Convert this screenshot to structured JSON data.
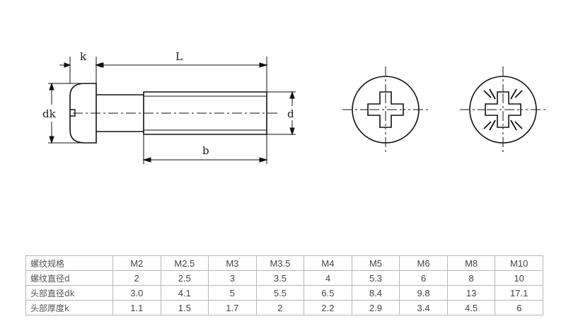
{
  "drawing": {
    "labels": {
      "k": "k",
      "L": "L",
      "dk": "dk",
      "d": "d",
      "b": "b"
    },
    "views": [
      "phillips-recess",
      "pozidriv-recess"
    ]
  },
  "table": {
    "header": {
      "label": "螺纹规格",
      "values": [
        "M2",
        "M2.5",
        "M3",
        "M3.5",
        "M4",
        "M5",
        "M6",
        "M8",
        "M10"
      ]
    },
    "rows": [
      {
        "label": "螺纹直径d",
        "values": [
          "2",
          "2.5",
          "3",
          "3.5",
          "4",
          "5.3",
          "6",
          "8",
          "10"
        ]
      },
      {
        "label": "头部直径dk",
        "values": [
          "3.0",
          "4.1",
          "5",
          "5.5",
          "6.5",
          "8.4",
          "9.8",
          "13",
          "17.1"
        ]
      },
      {
        "label": "头部厚度k",
        "values": [
          "1.1",
          "1.5",
          "1.7",
          "2",
          "2.2",
          "2.9",
          "3.4",
          "4.5",
          "6"
        ]
      }
    ]
  }
}
